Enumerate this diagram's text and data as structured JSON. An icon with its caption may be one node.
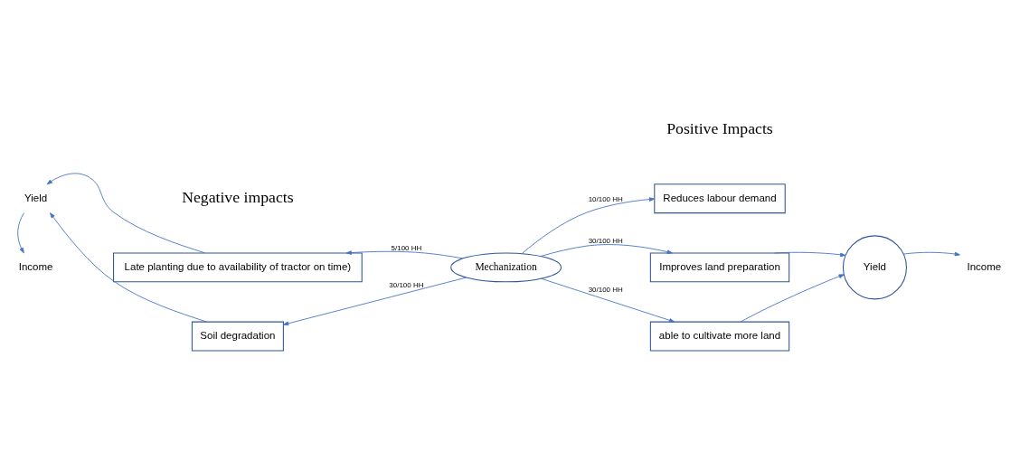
{
  "diagram": {
    "nodes": [
      {
        "text": [
          "Mechanization"
        ]
      },
      {
        "text": [
          "Late planting due to availability of tractor on time)"
        ]
      },
      {
        "text": [
          "Soil degradation"
        ]
      },
      {
        "text": [
          "Yield"
        ]
      },
      {
        "text": [
          "Income"
        ]
      },
      {
        "text": [
          "Reduces labour demand"
        ]
      },
      {
        "text": [
          "Improves land preparation"
        ]
      },
      {
        "text": [
          "able to cultivate more land"
        ]
      },
      {
        "text": [
          "Yield"
        ]
      },
      {
        "text": [
          "Income"
        ]
      }
    ],
    "edges": [
      {
        "from": 0,
        "to": 1,
        "arrow": "to",
        "label": "5/100 HH"
      },
      {
        "from": 0,
        "to": 2,
        "arrow": "to",
        "label": "30/100 HH"
      },
      {
        "from": 1,
        "to": 3,
        "arrow": "to"
      },
      {
        "from": 2,
        "to": 3,
        "arrow": "to"
      },
      {
        "from": 3,
        "to": 4,
        "arrow": "to"
      },
      {
        "from": 0,
        "to": 5,
        "arrow": "to",
        "label": "10/100 HH"
      },
      {
        "from": 0,
        "to": 6,
        "arrow": "to",
        "label": "30/100 HH"
      },
      {
        "from": 0,
        "to": 7,
        "arrow": "to",
        "label": "30/100 HH"
      },
      {
        "from": 6,
        "to": 8,
        "arrow": "to"
      },
      {
        "from": 7,
        "to": 8,
        "arrow": "to"
      },
      {
        "from": 8,
        "to": 9,
        "arrow": "to"
      }
    ],
    "labels": [
      "Negative impacts",
      "Positive Impacts"
    ]
  }
}
